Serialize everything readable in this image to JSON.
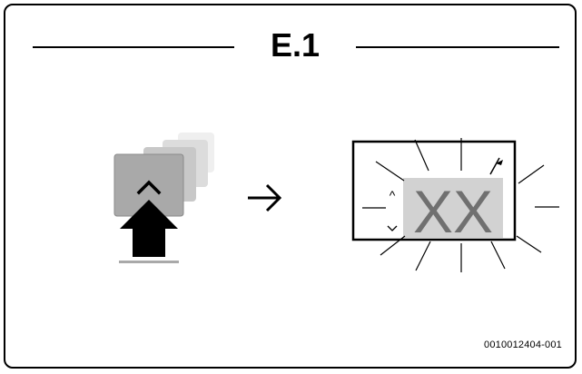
{
  "title": "E.1",
  "display": {
    "value_text": "XX",
    "up_symbol": "^",
    "down_symbol": "v"
  },
  "figure_code": "0010012404-001",
  "icons": [
    "up-button-icon",
    "press-arrow-icon",
    "right-arrow-icon",
    "wrench-icon"
  ],
  "colors": {
    "button_fill": "#a9a9a9",
    "display_fill": "#d2d2d2",
    "digit_color": "#707070",
    "line": "#000000"
  }
}
